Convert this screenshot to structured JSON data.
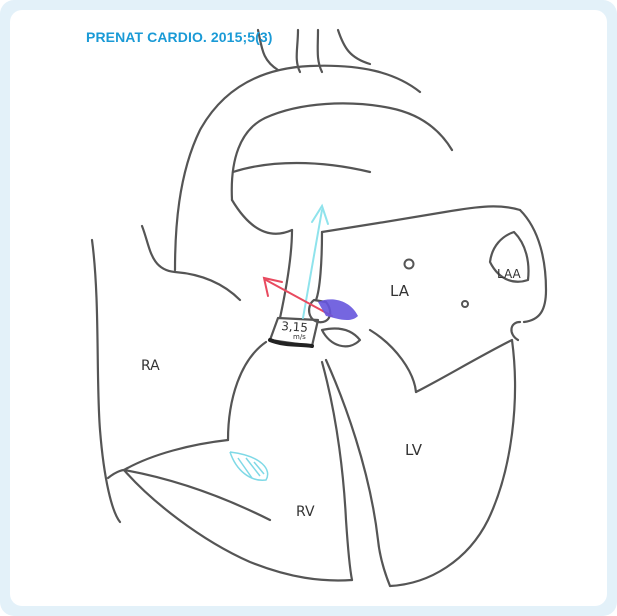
{
  "citation": "PRENAT CARDIO. 2015;5(3)",
  "labels": {
    "la": "LA",
    "laa": "LAA",
    "ra": "RA",
    "lv": "LV",
    "rv": "RV",
    "velocity": "3,15",
    "velocity_unit": "m/s"
  },
  "colors": {
    "frame": "#e3f1f9",
    "citation": "#1a9ad6",
    "ink": "#555555",
    "flow_cyan": "#8fe3ec",
    "flow_red": "#e84a5f",
    "jet_purple": "#6655dd",
    "valve_cyan": "#7fd9e6"
  }
}
